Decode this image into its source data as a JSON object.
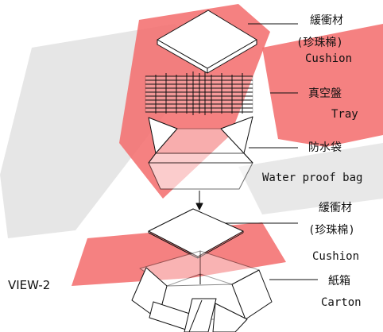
{
  "view_label": "VIEW-2",
  "labels": {
    "cushion_top_cn": "緩衝材",
    "cushion_top_sub_cn": "(珍珠棉)",
    "cushion_top_en": "Cushion",
    "tray_cn": "真空盤",
    "tray_en": "Tray",
    "bag_cn": "防水袋",
    "bag_en": "Water proof bag",
    "cushion_bottom_cn": "緩衝材",
    "cushion_bottom_sub_cn": "(珍珠棉)",
    "cushion_bottom_en": "Cushion",
    "carton_cn": "紙箱",
    "carton_en": "Carton"
  },
  "colors": {
    "line": "#111111",
    "watermark_red": "#f36b6b",
    "watermark_gray": "#d2d2d2"
  }
}
